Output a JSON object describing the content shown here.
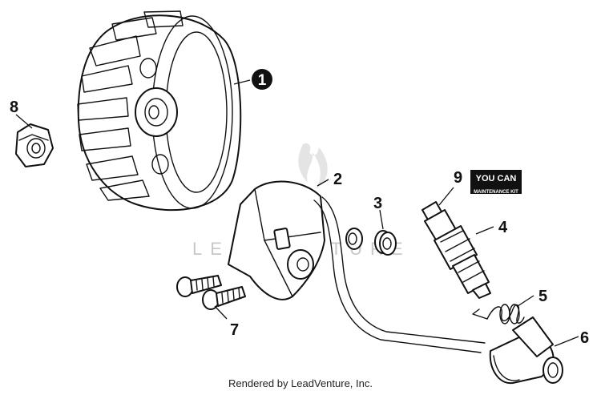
{
  "callouts": {
    "c1": "1",
    "c2": "2",
    "c3": "3",
    "c4": "4",
    "c5": "5",
    "c6": "6",
    "c7": "7",
    "c8": "8",
    "c9": "9"
  },
  "badge": {
    "line1": "YOU CAN",
    "line2": "MAINTENANCE KIT"
  },
  "watermark": "LEADVENTURE",
  "footer": "Rendered by LeadVenture, Inc."
}
